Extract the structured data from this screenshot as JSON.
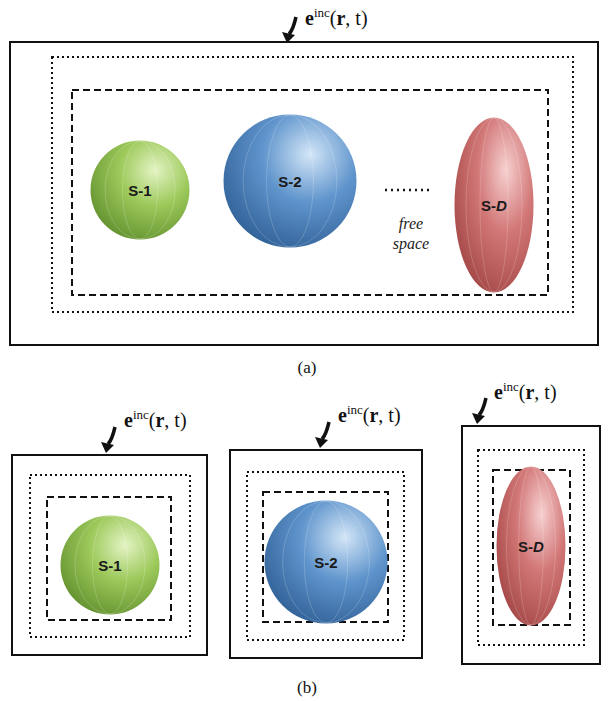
{
  "diagram": {
    "nodes": [
      {
        "text": [
          "S-1"
        ]
      },
      {
        "text": [
          "S-2"
        ]
      },
      {
        "text": [
          "S-D"
        ]
      },
      {
        "text": [
          "S-1"
        ]
      },
      {
        "text": [
          "S-2"
        ]
      },
      {
        "text": [
          "S-D"
        ]
      }
    ],
    "labels": [
      "einc(r, t)",
      "free space",
      "(a)",
      "einc(r, t)",
      "einc(r, t)",
      "einc(r, t)",
      "(b)"
    ]
  }
}
